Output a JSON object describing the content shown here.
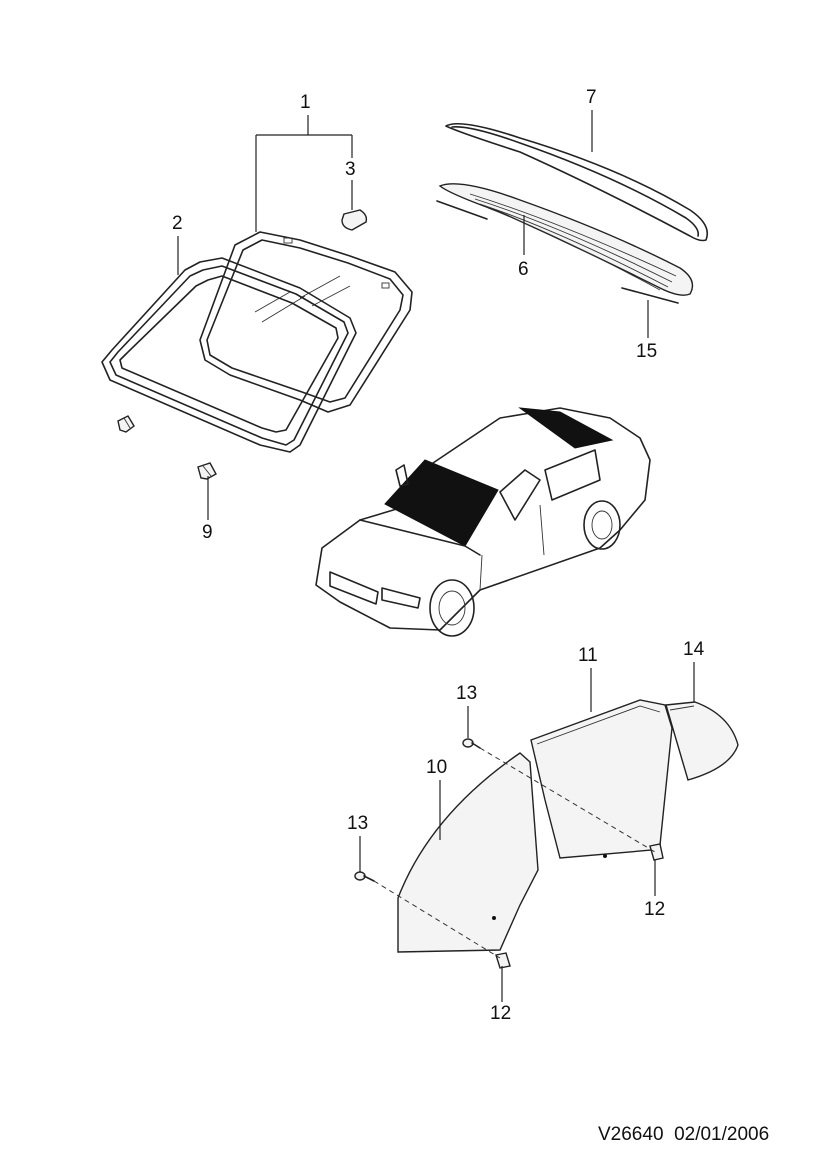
{
  "callouts": {
    "p1": "1",
    "p2": "2",
    "p3": "3",
    "p6": "6",
    "p7": "7",
    "p9": "9",
    "p10": "10",
    "p11": "11",
    "p12a": "12",
    "p12b": "12",
    "p13a": "13",
    "p13b": "13",
    "p14": "14",
    "p15": "15"
  },
  "footer": {
    "code": "V26640",
    "date": "02/01/2006"
  }
}
